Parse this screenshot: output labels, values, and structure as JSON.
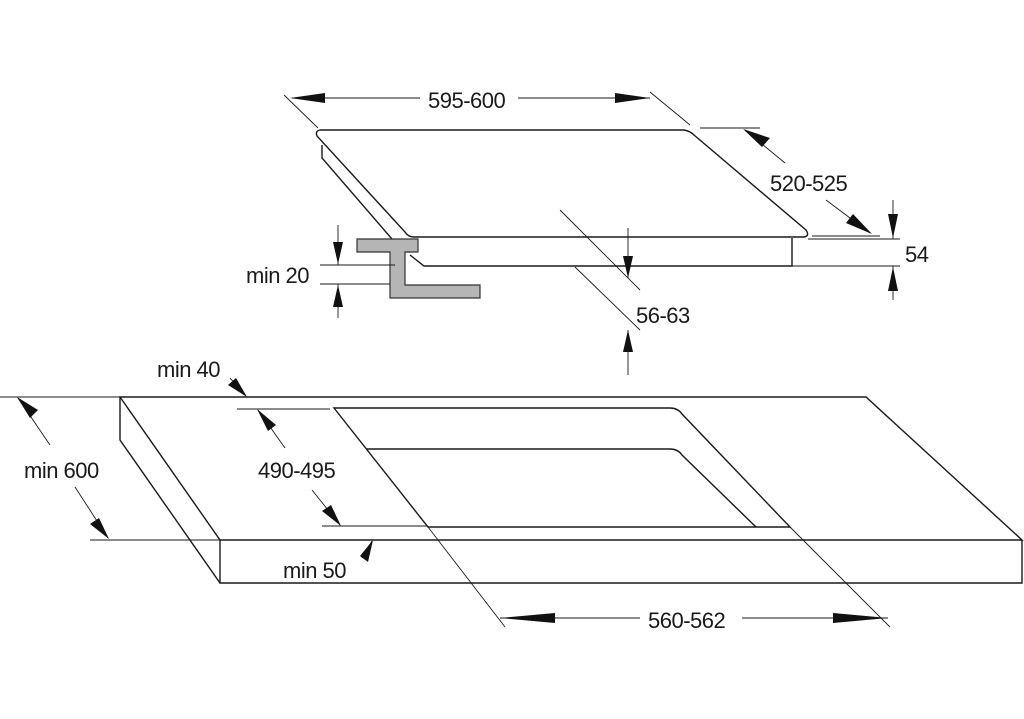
{
  "diagram": {
    "hob": {
      "width": "595-600",
      "depth": "520-525",
      "height": "54",
      "clearance": "min 20",
      "insert_depth": "56-63"
    },
    "countertop": {
      "back_margin": "min 40",
      "depth": "min 600",
      "cutout_depth": "490-495",
      "front_margin": "min 50",
      "cutout_width": "560-562"
    },
    "colors": {
      "line": "#1a1a1a",
      "bracket": "#b5b5b5"
    }
  }
}
